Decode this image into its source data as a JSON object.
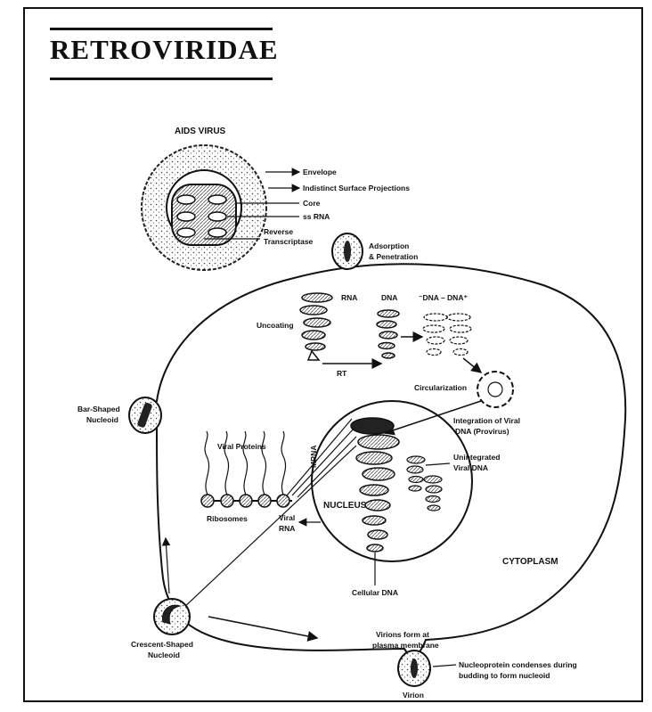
{
  "title": "RETROVIRIDAE",
  "labels": {
    "aids_virus": "AIDS VIRUS",
    "envelope": "Envelope",
    "surface_projections": "Indistinct Surface Projections",
    "core": "Core",
    "ss_rna": "ss RNA",
    "reverse": "Reverse",
    "transcriptase": "Transcriptase",
    "adsorption": "Adsorption",
    "penetration": "& Penetration",
    "rna": "RNA",
    "dna": "DNA",
    "dna_dna": "⁻DNA – DNA⁺",
    "uncoating": "Uncoating",
    "rt": "RT",
    "circularization": "Circularization",
    "bar_shaped": "Bar-Shaped",
    "nucleoid": "Nucleoid",
    "integration_1": "Integration of Viral",
    "integration_2": "DNA (Provirus)",
    "viral_proteins": "Viral Proteins",
    "mrna": "MRNA",
    "unintegrated_1": "Unintegrated",
    "unintegrated_2": "Viral DNA",
    "nucleus": "NUCLEUS",
    "ribosomes": "Ribosomes",
    "viral": "Viral",
    "viral_rna": "RNA",
    "cytoplasm": "CYTOPLASM",
    "cellular_dna": "Cellular DNA",
    "crescent_shaped": "Crescent-Shaped",
    "crescent_nucleoid": "Nucleoid",
    "virions_form_1": "Virions form at",
    "virions_form_2": "plasma membrane",
    "nucleoprotein_1": "Nucleoprotein condenses during",
    "nucleoprotein_2": "budding to form nucleoid",
    "virion": "Virion"
  }
}
